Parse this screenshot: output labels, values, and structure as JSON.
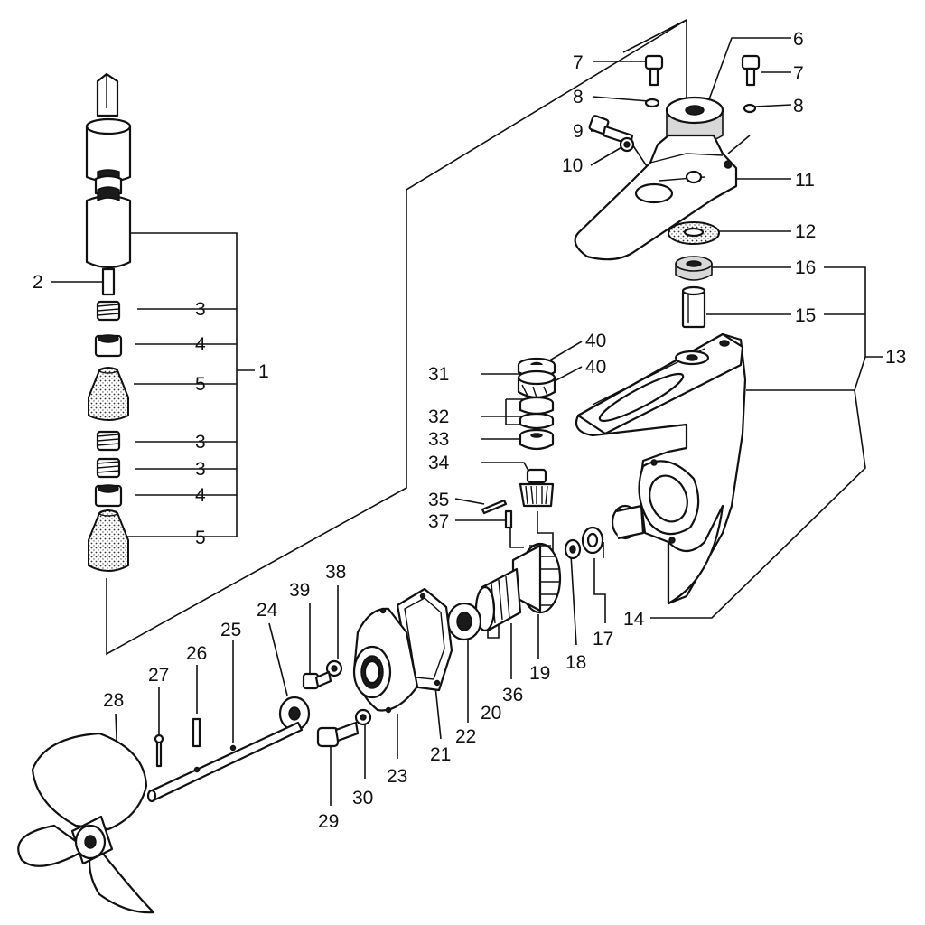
{
  "labels": [
    {
      "id": "1",
      "text": "1"
    },
    {
      "id": "2",
      "text": "2"
    },
    {
      "id": "3a",
      "text": "3"
    },
    {
      "id": "4a",
      "text": "4"
    },
    {
      "id": "5a",
      "text": "5"
    },
    {
      "id": "3b",
      "text": "3"
    },
    {
      "id": "3c",
      "text": "3"
    },
    {
      "id": "4b",
      "text": "4"
    },
    {
      "id": "5b",
      "text": "5"
    },
    {
      "id": "6",
      "text": "6"
    },
    {
      "id": "7a",
      "text": "7"
    },
    {
      "id": "7b",
      "text": "7"
    },
    {
      "id": "8a",
      "text": "8"
    },
    {
      "id": "8b",
      "text": "8"
    },
    {
      "id": "9",
      "text": "9"
    },
    {
      "id": "10",
      "text": "10"
    },
    {
      "id": "11",
      "text": "11"
    },
    {
      "id": "12",
      "text": "12"
    },
    {
      "id": "13",
      "text": "13"
    },
    {
      "id": "14",
      "text": "14"
    },
    {
      "id": "15",
      "text": "15"
    },
    {
      "id": "16",
      "text": "16"
    },
    {
      "id": "17",
      "text": "17"
    },
    {
      "id": "18",
      "text": "18"
    },
    {
      "id": "19",
      "text": "19"
    },
    {
      "id": "20",
      "text": "20"
    },
    {
      "id": "21",
      "text": "21"
    },
    {
      "id": "22",
      "text": "22"
    },
    {
      "id": "23",
      "text": "23"
    },
    {
      "id": "24",
      "text": "24"
    },
    {
      "id": "25",
      "text": "25"
    },
    {
      "id": "26",
      "text": "26"
    },
    {
      "id": "27",
      "text": "27"
    },
    {
      "id": "28",
      "text": "28"
    },
    {
      "id": "29",
      "text": "29"
    },
    {
      "id": "30",
      "text": "30"
    },
    {
      "id": "31",
      "text": "31"
    },
    {
      "id": "32",
      "text": "32"
    },
    {
      "id": "33",
      "text": "33"
    },
    {
      "id": "34",
      "text": "34"
    },
    {
      "id": "35",
      "text": "35"
    },
    {
      "id": "36",
      "text": "36"
    },
    {
      "id": "37",
      "text": "37"
    },
    {
      "id": "38",
      "text": "38"
    },
    {
      "id": "39",
      "text": "39"
    },
    {
      "id": "40a",
      "text": "40"
    },
    {
      "id": "40b",
      "text": "40"
    }
  ]
}
